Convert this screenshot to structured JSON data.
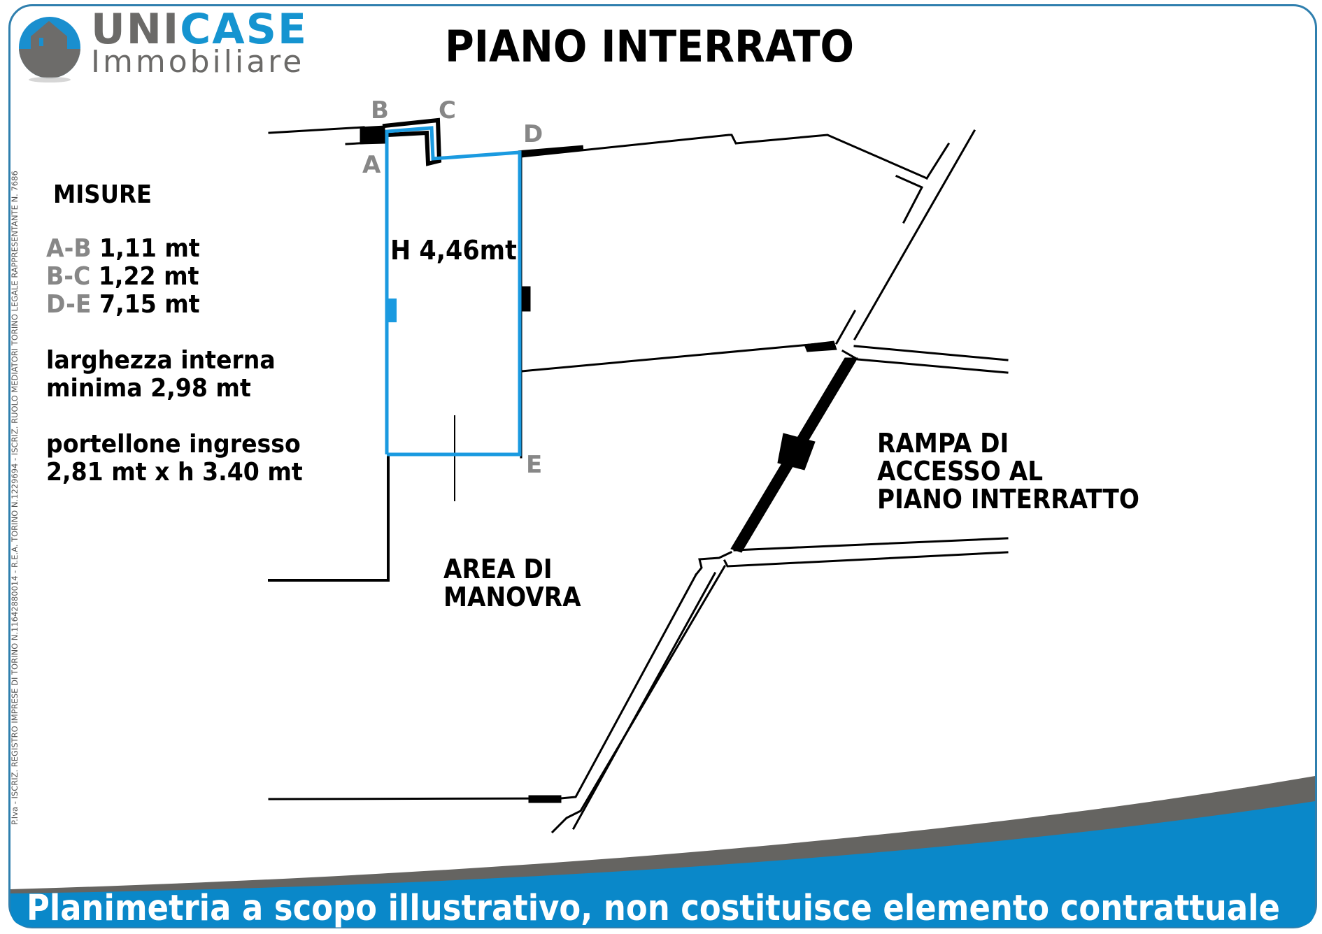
{
  "logo": {
    "brand_part1": "UNI",
    "brand_part2": "CASE",
    "subtitle": "Immobiliare",
    "icon": "house-globe-icon"
  },
  "header": {
    "title": "PIANO INTERRATO"
  },
  "legal_text": "P.Iva - ISCRIZ. REGISTRO IMPRESE DI TORINO N.11642880014 - R.E.A. TORINO N.1229694 - ISCRIZ. RUOLO MEDIATORI TORINO LEGALE RAPPRESENTANTE N. 7686",
  "measurements": {
    "heading": "MISURE",
    "items": [
      {
        "key": "A-B",
        "value": "1,11 mt"
      },
      {
        "key": "B-C",
        "value": "1,22 mt"
      },
      {
        "key": "D-E",
        "value": "7,15 mt"
      }
    ],
    "min_width_line1": "larghezza interna",
    "min_width_line2": "minima  2,98 mt",
    "door_line1": "portellone ingresso",
    "door_line2": "2,81 mt x h 3.40 mt"
  },
  "plan": {
    "corner_labels": {
      "A": "A",
      "B": "B",
      "C": "C",
      "D": "D",
      "E": "E"
    },
    "height_label": "H 4,46mt",
    "area_line1": "AREA DI",
    "area_line2": "MANOVRA",
    "ramp_line1": "RAMPA DI",
    "ramp_line2": "ACCESSO AL",
    "ramp_line3": "PIANO INTERRATTO",
    "highlight_color": "#1a9ae0",
    "wall_color": "#000000"
  },
  "footer": {
    "disclaimer": "Planimetria a scopo illustrativo, non costituisce elemento contrattuale",
    "band_color": "#0a88c9",
    "swoosh_color": "#656461"
  },
  "colors": {
    "brand_blue": "#1594d0",
    "brand_gray": "#6b6a68",
    "frame_border": "#2f7fae",
    "corner_label_gray": "#878787"
  }
}
